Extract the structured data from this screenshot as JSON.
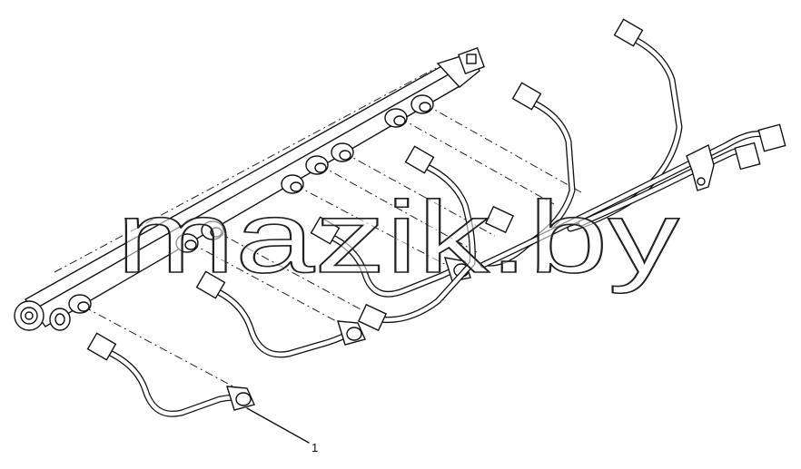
{
  "diagram": {
    "callouts": [
      {
        "id": "1",
        "label": "1"
      }
    ],
    "watermark": "mazik.by"
  }
}
